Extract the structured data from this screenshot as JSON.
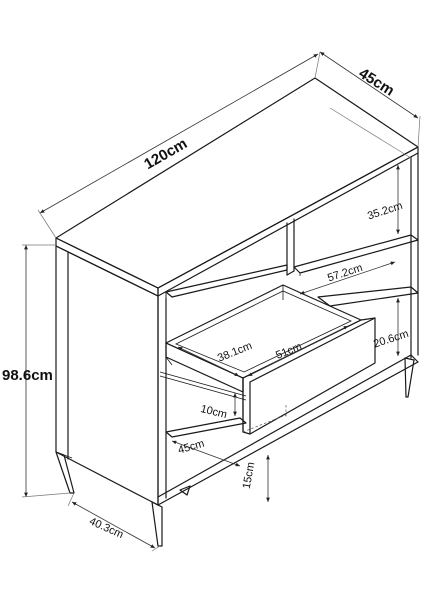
{
  "dimensions": {
    "width": "120cm",
    "depth": "45cm",
    "height": "98.6cm",
    "shelf_gap_top": "35.2cm",
    "shelf_width": "57.2cm",
    "drawer_height": "20.6cm",
    "drawer_depth": "38.1cm",
    "drawer_width": "51cm",
    "drawer_bottom": "10cm",
    "lower_depth": "45cm",
    "leg_height": "15cm",
    "leg_depth": "40.3cm"
  },
  "colors": {
    "line": "#1a1a1a",
    "background": "#ffffff"
  }
}
